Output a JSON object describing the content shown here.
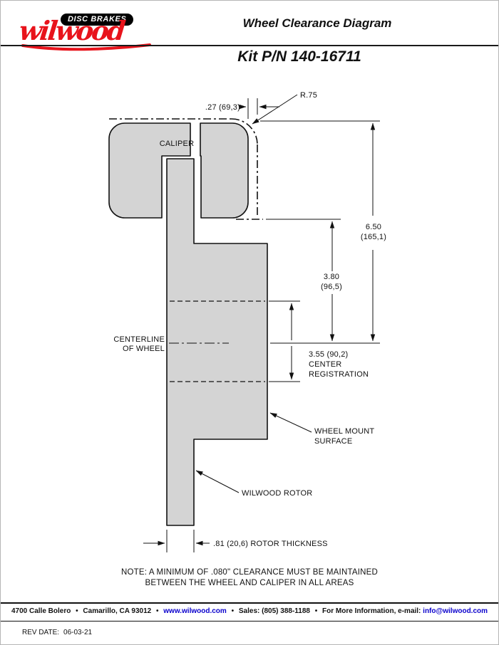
{
  "header": {
    "logo": {
      "brand": "wilwood",
      "tagline": "DISC BRAKES"
    },
    "title": "Wheel Clearance Diagram",
    "kit": "Kit P/N 140-16711"
  },
  "diagram": {
    "caliper": "CALIPER",
    "dim_gap": ".27 (69,3)",
    "dim_radius": "R.75",
    "dim_height": "6.50",
    "dim_height_mm": "(165,1)",
    "dim_mid": "3.80",
    "dim_mid_mm": "(96,5)",
    "dim_reg": "3.55 (90,2)",
    "dim_reg_l2": "CENTER",
    "dim_reg_l3": "REGISTRATION",
    "centerline_l1": "CENTERLINE",
    "centerline_l2": "OF WHEEL",
    "wheel_mount_l1": "WHEEL MOUNT",
    "wheel_mount_l2": "SURFACE",
    "rotor": "WILWOOD ROTOR",
    "rotor_thickness": ".81 (20,6) ROTOR THICKNESS"
  },
  "note": {
    "line1": "NOTE: A MINIMUM OF .080\" CLEARANCE MUST BE MAINTAINED",
    "line2": "BETWEEN THE WHEEL AND CALIPER IN ALL AREAS"
  },
  "footer": {
    "address": "4700 Calle Bolero",
    "city": "Camarillo, CA 93012",
    "website": "www.wilwood.com",
    "sales": "Sales: (805) 388-1188",
    "more_info": "For More Information, e-mail:",
    "email": "info@wilwood.com",
    "separator": "•"
  },
  "rev": {
    "label": "REV DATE:",
    "date": "06-03-21"
  },
  "colors": {
    "brand_red": "#e8131b",
    "link_blue": "#0a00cc",
    "shape_gray": "#d4d4d4"
  }
}
